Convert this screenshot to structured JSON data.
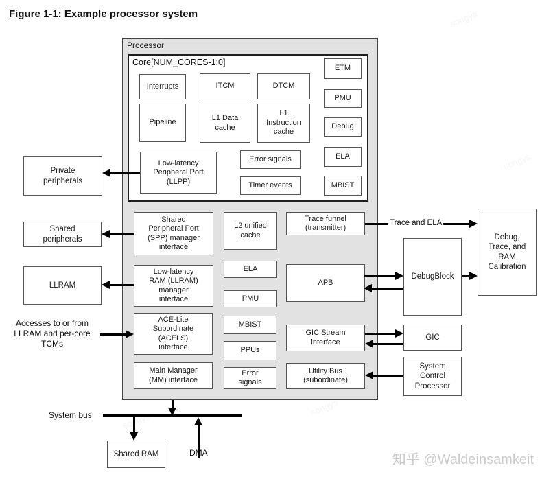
{
  "title": "Figure 1-1: Example processor system",
  "processor": {
    "label": "Processor",
    "core": {
      "label": "Core[NUM_CORES-1:0]",
      "interrupts": "Interrupts",
      "itcm": "ITCM",
      "dtcm": "DTCM",
      "pipeline": "Pipeline",
      "l1_data": "L1 Data\ncache",
      "l1_instruction": "L1\nInstruction\ncache",
      "llpp": "Low-latency\nPeripheral Port\n(LLPP)",
      "error_signals": "Error signals",
      "timer_events": "Timer events",
      "etm": "ETM",
      "pmu": "PMU",
      "debug": "Debug",
      "ela": "ELA",
      "mbist": "MBIST"
    },
    "spp": "Shared\nPeripheral Port\n(SPP) manager\ninterface",
    "l2": "L2 unified\ncache",
    "trace_funnel": "Trace funnel\n(transmitter)",
    "llram_manager": "Low-latency\nRAM (LLRAM)\nmanager\ninterface",
    "ela": "ELA",
    "pmu": "PMU",
    "apb": "APB",
    "acels": "ACE-Lite\nSubordinate\n(ACELS)\ninterface",
    "mbist": "MBIST",
    "ppus": "PPUs",
    "main_manager": "Main Manager\n(MM) interface",
    "error_signals": "Error\nsignals",
    "gic_stream": "GIC Stream\ninterface",
    "utility_bus": "Utility Bus\n(subordinate)"
  },
  "left": {
    "private_peripherals": "Private\nperipherals",
    "shared_peripherals": "Shared\nperipherals",
    "llram": "LLRAM",
    "access_note": "Accesses to or from\nLLRAM and per-core\nTCMs"
  },
  "right": {
    "trace_and_ela": "Trace and ELA",
    "debug_trace_ram_calibration": "Debug,\nTrace, and\nRAM\nCalibration",
    "debug_block": "DebugBlock",
    "gic": "GIC",
    "system_control_processor": "System\nControl\nProcessor"
  },
  "bottom": {
    "system_bus": "System bus",
    "shared_ram": "Shared RAM",
    "dma": "DMA"
  },
  "watermarks": {
    "brand": "知乎 @Waldeinsamkeit",
    "diagonal": "songys"
  },
  "colors": {
    "processor_fill": "#e2e2e2",
    "box_border": "#545454",
    "arrow": "#000000",
    "brand_watermark": "#cbcbcb"
  }
}
